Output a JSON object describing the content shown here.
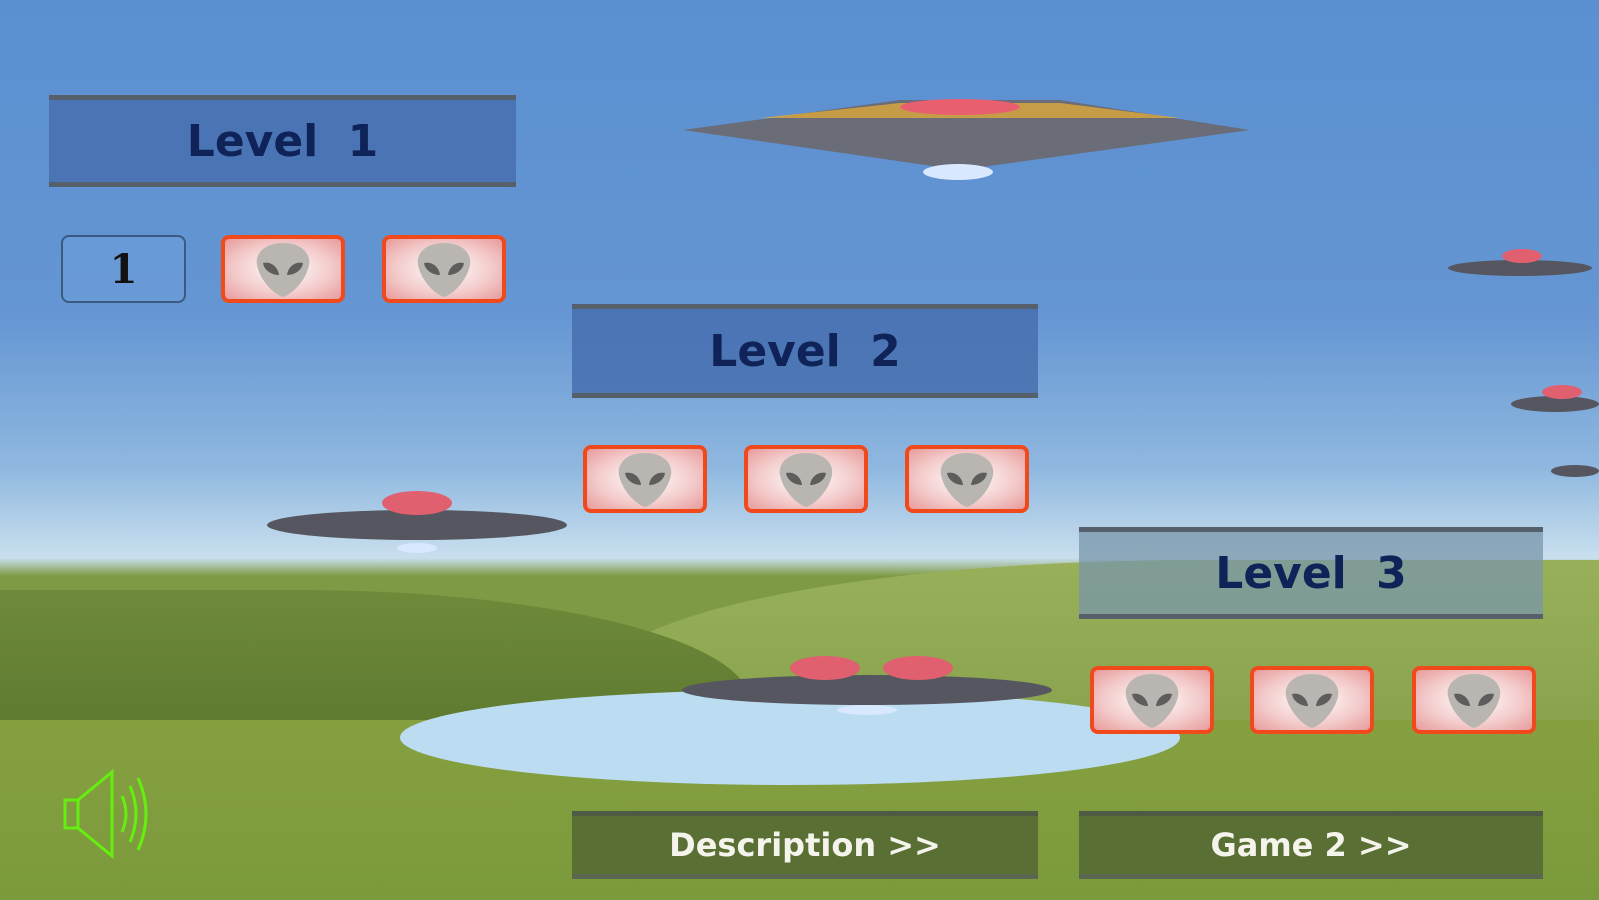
{
  "levels": [
    {
      "title": "Level 1",
      "score": "1",
      "buttons": 2
    },
    {
      "title": "Level 2",
      "buttons": 3
    },
    {
      "title": "Level 3",
      "buttons": 3
    }
  ],
  "nav": {
    "description": "Description >>",
    "next_game": "Game 2 >>"
  },
  "icons": {
    "sound": "speaker-icon",
    "alien": "alien-icon",
    "ufo": "ufo"
  },
  "colors": {
    "accent": "#f04a1c",
    "speaker": "#66ee11",
    "header_text": "#0f2358"
  }
}
